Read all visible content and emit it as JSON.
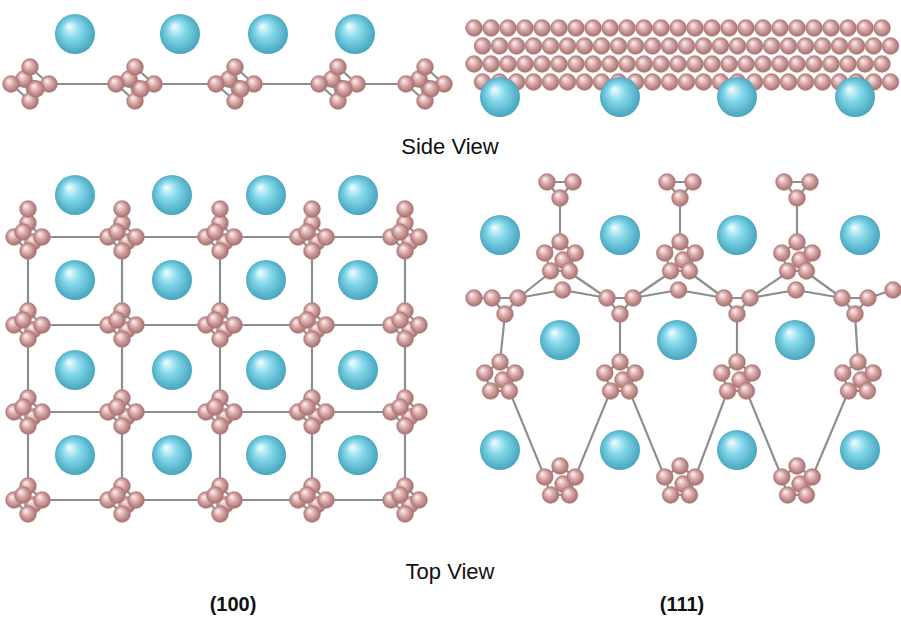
{
  "diagram": {
    "labels": [
      "Side View",
      "Top View",
      "(100)",
      "(111)"
    ]
  }
}
